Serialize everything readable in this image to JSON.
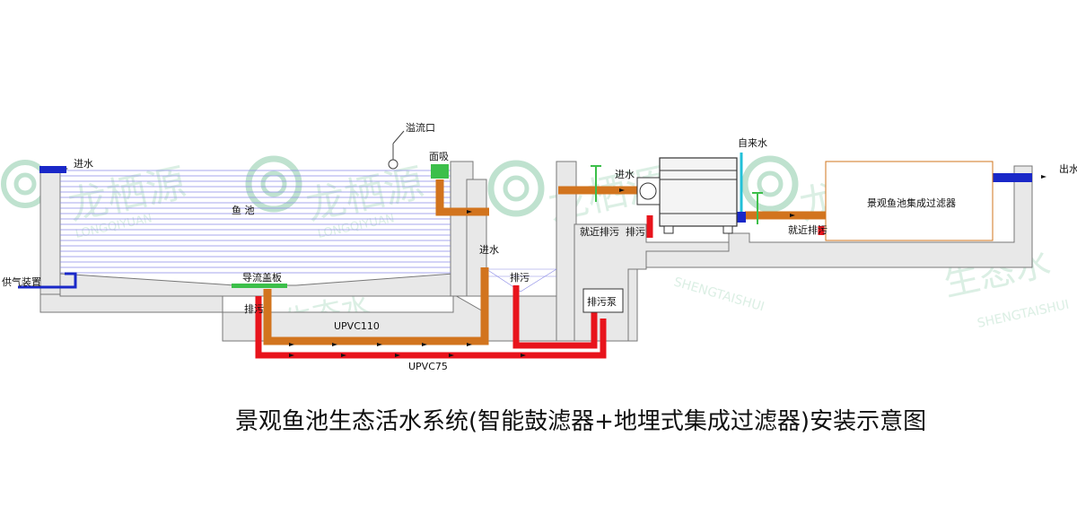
{
  "title": "景观鱼池生态活水系统(智能鼓滤器+地埋式集成过滤器)安装示意图",
  "watermark": {
    "brand": "龙栖源",
    "slogan": "生态水",
    "pinyin_1": "LONGQIYUAN",
    "pinyin_2": "SHENGTAISHUI"
  },
  "labels": {
    "inlet_left": "进水",
    "air_supply": "供气装置",
    "fish_pond": "鱼 池",
    "overflow": "溢流口",
    "surface_skimmer": "面吸",
    "flow_cover": "导流盖板",
    "drain_left": "排污",
    "upvc110": "UPVC110",
    "upvc75": "UPVC75",
    "inlet_mid": "进水",
    "drain_mid": "排污",
    "inlet_drum": "进水",
    "nearby_drain_1": "就近排污",
    "drain_drum": "排污",
    "drain_pump": "排污泵",
    "tap_water": "自来水",
    "filter_name": "景观鱼池集成过滤器",
    "nearby_drain_2": "就近排污",
    "outlet": "出水"
  },
  "colors": {
    "concrete": "#e8e8e8",
    "water_line": "#8a8ae6",
    "drain_pipe": "#e8141c",
    "water_pipe": "#d2741e",
    "inlet_blue": "#1a28c8",
    "tap_cyan": "#22c0d8",
    "cover_green": "#3cbf4a",
    "watermark": "#bfe2cf"
  }
}
